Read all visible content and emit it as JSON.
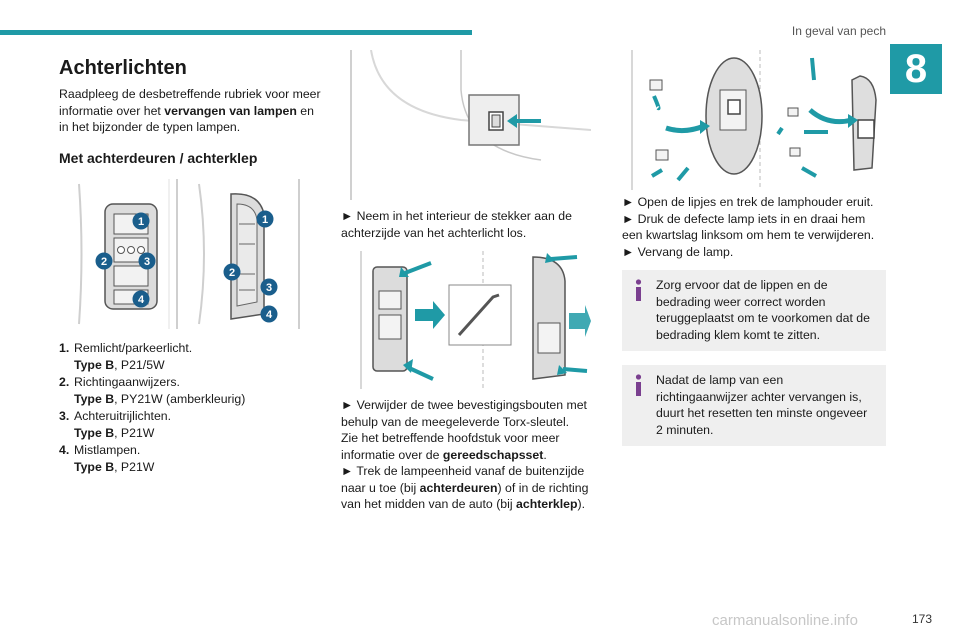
{
  "header": {
    "section_title": "In geval van pech",
    "chapter_number": "8"
  },
  "col1": {
    "title": "Achterlichten",
    "intro_pre": "Raadpleeg de desbetreffende rubriek voor meer informatie over het ",
    "intro_bold": "vervangen van lampen",
    "intro_post": " en in het bijzonder de typen lampen.",
    "subtitle": "Met achterdeuren / achterklep",
    "callouts": [
      "1",
      "2",
      "3",
      "4"
    ],
    "legend": [
      {
        "num": "1.",
        "name": "Remlicht/parkeerlicht.",
        "type_label": "Type B",
        "bulb": ", P21/5W"
      },
      {
        "num": "2.",
        "name": "Richtingaanwijzers.",
        "type_label": "Type B",
        "bulb": ", PY21W (amberkleurig)"
      },
      {
        "num": "3.",
        "name": "Achteruitrijlichten.",
        "type_label": "Type B",
        "bulb": ", P21W"
      },
      {
        "num": "4.",
        "name": "Mistlampen.",
        "type_label": "Type B",
        "bulb": ", P21W"
      }
    ]
  },
  "col2": {
    "step1": "► Neem in het interieur de stekker aan de achterzijde van het achterlicht los.",
    "step2": "► Verwijder de twee bevestigingsbouten met behulp van de meegeleverde Torx-sleutel.",
    "ref_pre": "Zie het betreffende hoofdstuk voor meer informatie over de ",
    "ref_bold": "gereedschapsset",
    "ref_post": ".",
    "step3_pre": "► Trek de lampeenheid vanaf de buitenzijde naar u toe (bij ",
    "step3_bold1": "achterdeuren",
    "step3_mid": ") of in de richting van het midden van de auto (bij ",
    "step3_bold2": "achterklep",
    "step3_post": ")."
  },
  "col3": {
    "step1": "► Open de lipjes en trek de lamphouder eruit.",
    "step2": "► Druk de defecte lamp iets in en draai hem een kwartslag linksom om hem te verwijderen.",
    "step3": "► Vervang de lamp.",
    "info1": "Zorg ervoor dat de lippen en de bedrading weer correct worden teruggeplaatst om te voorkomen dat de bedrading klem komt te zitten.",
    "info2": "Nadat de lamp van een richtingaanwijzer achter vervangen is, duurt het resetten ten minste ongeveer 2 minuten."
  },
  "footer": {
    "page_number": "173",
    "watermark": "carmanualsonline.info"
  },
  "colors": {
    "accent": "#1f9aa6",
    "callout": "#1a5e8c",
    "arrow": "#1f9aa6",
    "info_bg": "#efefef",
    "info_icon": "#7a3f8f"
  }
}
